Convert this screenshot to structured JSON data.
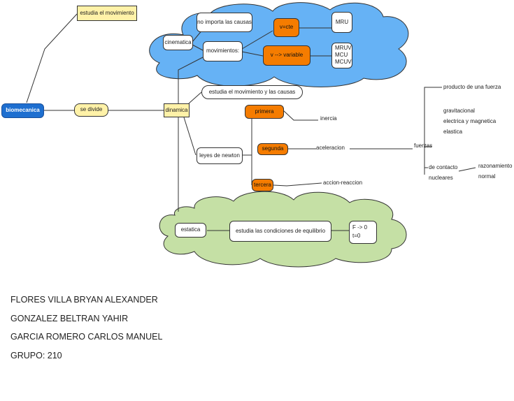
{
  "nodes": {
    "root": "biomecanica",
    "estudia_movimiento": "estudia el movimiento",
    "se_divide": "se divide",
    "dinamica": "dinamica",
    "cinematica": "cinematica",
    "no_importa": "no importa las causas",
    "movimientos": "movimientos:",
    "v_cte": "v=cte",
    "mru": "MRU",
    "v_variable": "v --> variable",
    "mruv": "MRUV",
    "mcu": "MCU",
    "mcuv": "MCUV",
    "estudia_mov_causas": "estudia el movimiento y las causas",
    "leyes_newton": "leyes de newton",
    "primera": "primera",
    "inercia": "inercia",
    "segunda": "segunda",
    "aceleracion": "aceleracion",
    "tercera": "tercera",
    "accion_reaccion": "accion-reaccion",
    "fuerzas": "fuerzas",
    "producto_fuerza": "producto de una fuerza",
    "gravitacional": "gravitacional",
    "electrica_magnetica": "electrica y magnetica",
    "elastica": "elastica",
    "de_contacto": "de contacto",
    "nucleares": "nucleares",
    "razonamiento": "razonamiento",
    "normal": "normal",
    "estatica": "estatica",
    "condiciones_equilibrio": "estudia las condiciones de equilibrio",
    "f_cero": "F -> 0",
    "t_cero": "t=0"
  },
  "authors": [
    "FLORES VILLA BRYAN ALEXANDER",
    "GONZALEZ BELTRAN YAHIR",
    "GARCIA ROMERO CARLOS MANUEL",
    "GRUPO: 210"
  ],
  "colors": {
    "cloud_blue": "#66b2f5",
    "cloud_green": "#c5e0a5",
    "orange": "#f57c00",
    "yellow": "#fff2a8",
    "root_blue": "#1e6fd0"
  }
}
